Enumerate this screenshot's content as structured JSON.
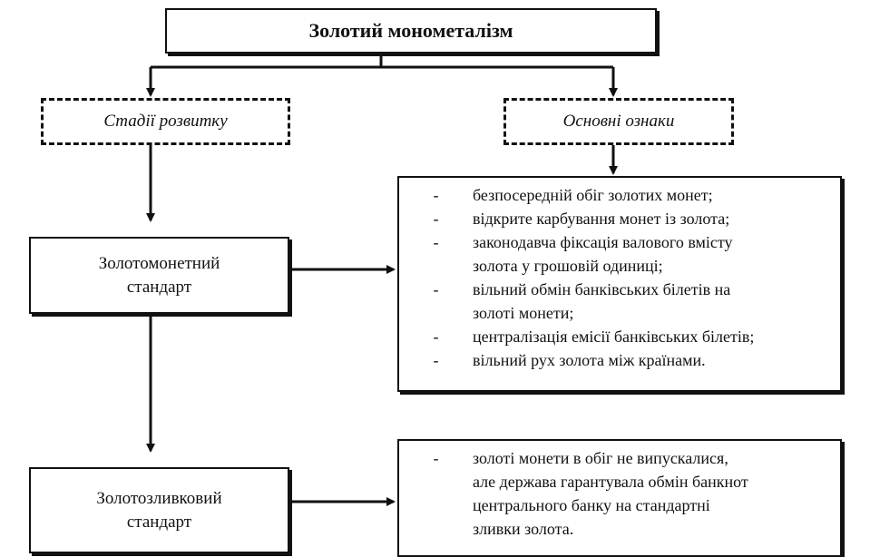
{
  "title": "Золотий монометалізм",
  "branches": {
    "stages": "Стадії розвитку",
    "features": "Основні ознаки"
  },
  "stages": [
    {
      "line1": "Золотомонетний",
      "line2": "стандарт"
    },
    {
      "line1": "Золотозливковий",
      "line2": "стандарт"
    }
  ],
  "bullet": "-",
  "features_list": [
    {
      "lines": [
        "безпосередній обіг золотих монет;"
      ]
    },
    {
      "lines": [
        "відкрите карбування монет із золота;"
      ]
    },
    {
      "lines": [
        "законодавча фіксація валового вмісту",
        "золота у грошовій одиниці;"
      ]
    },
    {
      "lines": [
        "вільний обмін банківських білетів на",
        "золоті монети;"
      ]
    },
    {
      "lines": [
        "централізація емісії банківських білетів;"
      ]
    },
    {
      "lines": [
        "вільний рух золота між країнами."
      ]
    }
  ],
  "stage2_features": [
    {
      "lines": [
        "золоті монети  в обіг не випускалися,",
        "але держава гарантувала обмін банкнот",
        "центрального банку на стандартні",
        "зливки золота."
      ]
    }
  ]
}
